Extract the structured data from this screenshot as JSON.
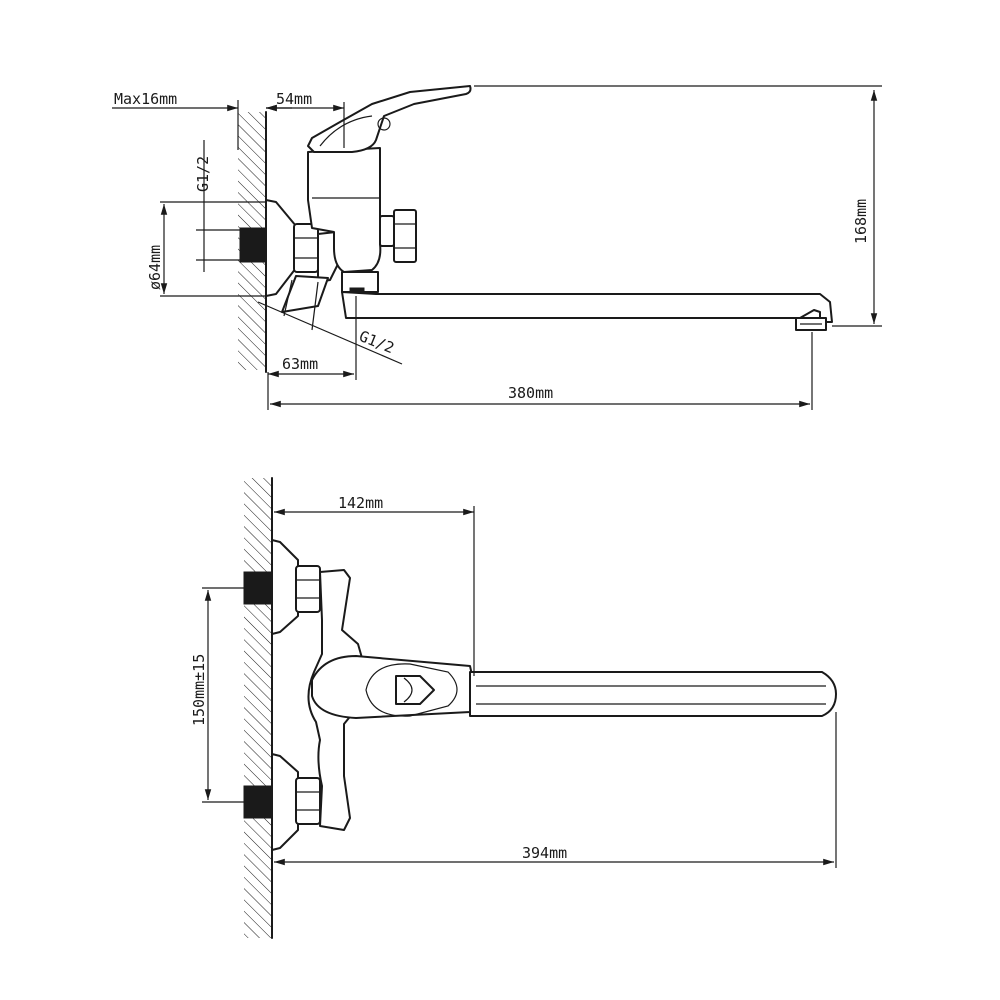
{
  "side_view": {
    "max_depth": "Max16mm",
    "body_offset": "54mm",
    "height": "168mm",
    "thread_top": "G1/2",
    "flange_diameter": "ø64mm",
    "thread_bottom": "G1/2",
    "eccentric_offset": "63mm",
    "spout_reach": "380mm"
  },
  "front_view": {
    "handle_offset": "142mm",
    "center_distance": "150mm±15",
    "total_length": "394mm"
  },
  "colors": {
    "line": "#1a1a1a",
    "background": "#ffffff"
  }
}
